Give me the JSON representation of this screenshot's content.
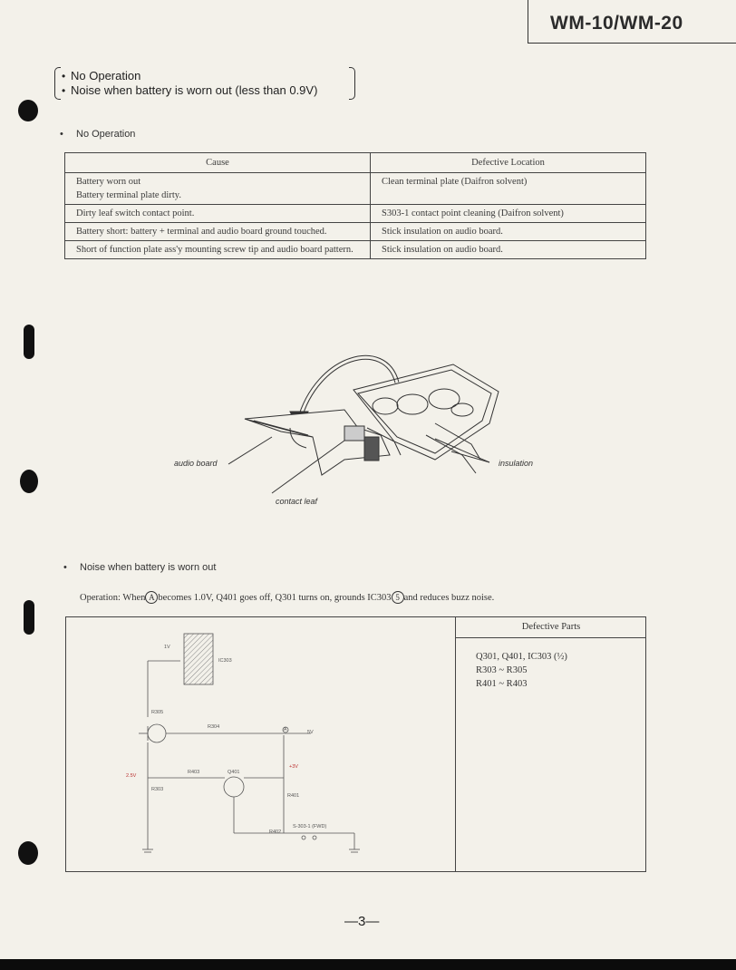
{
  "header": {
    "model": "WM-10/WM-20"
  },
  "summary": {
    "items": [
      "No Operation",
      "Noise when battery is worn out (less than 0.9V)"
    ]
  },
  "section1": {
    "heading": "No Operation",
    "table": {
      "headers": [
        "Cause",
        "Defective Location"
      ],
      "rows": [
        {
          "cause": "Battery worn out\nBattery terminal plate dirty.",
          "location": "Clean terminal plate (Daifron solvent)"
        },
        {
          "cause": "Dirty leaf switch contact point.",
          "location": "S303-1 contact point cleaning (Daifron solvent)"
        },
        {
          "cause": "Battery short:  battery + terminal and audio board ground touched.",
          "location": "Stick insulation on audio board."
        },
        {
          "cause": "Short of function plate ass'y mounting screw tip and audio board pattern.",
          "location": "Stick insulation on audio board."
        }
      ]
    },
    "figure_labels": {
      "audio_board": "audio board",
      "contact_leaf": "contact leaf",
      "insulation": "insulation"
    }
  },
  "section2": {
    "heading": "Noise when battery is worn out",
    "operation": {
      "prefix": "Operation:  When",
      "marker_a": "A",
      "middle": "becomes 1.0V, Q401 goes off, Q301 turns on, grounds IC303",
      "marker_5": "5",
      "suffix": "and reduces buzz noise."
    },
    "schematic_labels": {
      "v1": "1V",
      "ic": "IC303",
      "r305": "R305",
      "r304": "R304",
      "r403": "R403",
      "q401": "Q401",
      "r303": "R303",
      "r401": "R401",
      "r402": "R402",
      "sw": "S-303-1 (FWD)",
      "v25": "2.5V",
      "vplus": "+3V",
      "v5": "5V",
      "a": "A"
    },
    "defective_parts": {
      "header": "Defective Parts",
      "items": [
        "Q301, Q401, IC303 (½)",
        "R303 ~ R305",
        "R401 ~ R403"
      ]
    }
  },
  "page_number": "—3—"
}
